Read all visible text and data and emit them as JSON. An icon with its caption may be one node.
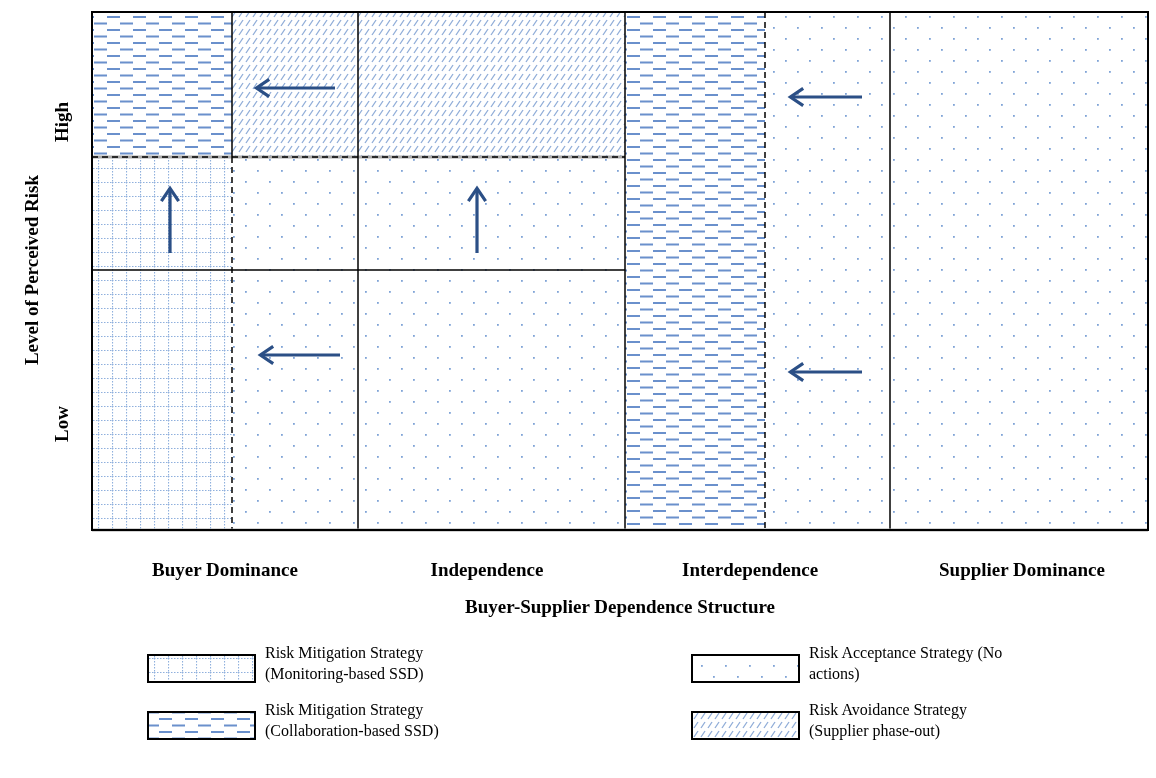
{
  "diagram": {
    "labels": [
      "High",
      "Level of Perceived Risk",
      "Low",
      "Buyer Dominance",
      "Independence",
      "Interdependence",
      "Supplier Dominance",
      "Buyer-Supplier Dependence Structure"
    ],
    "legend": [
      {
        "text": "Risk Mitigation Strategy (Monitoring-based SSD)"
      },
      {
        "text": "Risk Acceptance Strategy (No actions)"
      },
      {
        "text": "Risk Mitigation Strategy (Collaboration-based SSD)"
      },
      {
        "text": "Risk Avoidance Strategy (Supplier phase-out)"
      }
    ]
  }
}
